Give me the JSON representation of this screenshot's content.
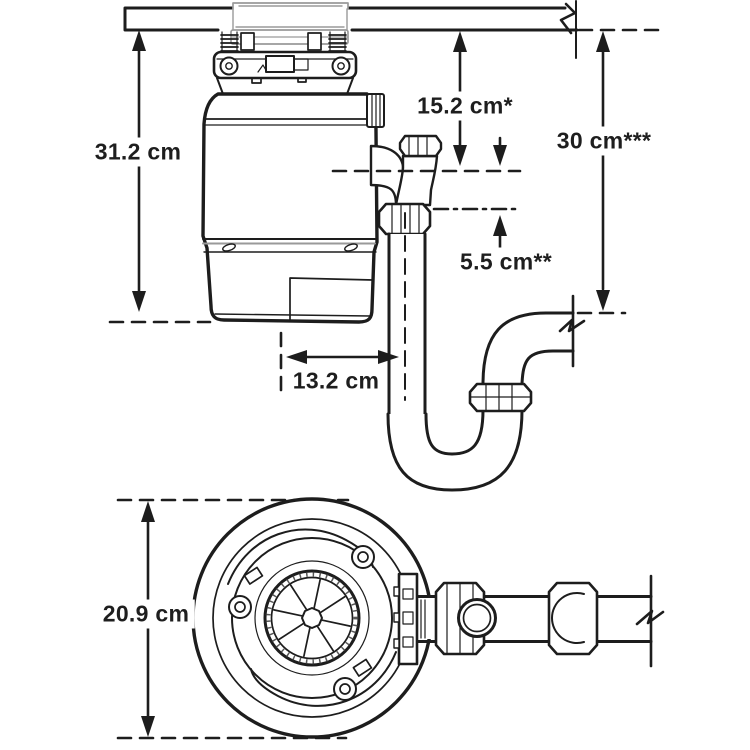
{
  "diagram": {
    "side_view": {
      "dim_height": "31.2 cm",
      "dim_counter_to_outlet": "15.2 cm*",
      "dim_counter_to_drain": "30 cm***",
      "dim_outlet_to_trap": "5.5 cm**",
      "dim_center_to_drainpipe": "13.2 cm"
    },
    "top_view": {
      "dim_body_diameter": "20.9 cm"
    },
    "colors": {
      "line": "#1d1d1d",
      "detail_gray": "#9a9a9a",
      "background": "#ffffff"
    }
  }
}
